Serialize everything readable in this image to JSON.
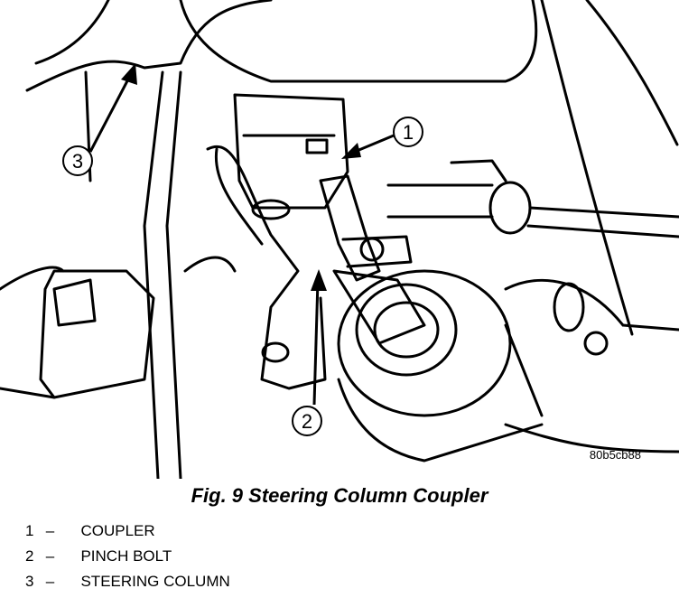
{
  "figure": {
    "image_code": "80b5cb88",
    "callouts": [
      {
        "number": "1"
      },
      {
        "number": "2"
      },
      {
        "number": "3"
      }
    ]
  },
  "caption": "Fig. 9 Steering Column Coupler",
  "legend": [
    {
      "number": "1",
      "dash": "–",
      "label": "COUPLER"
    },
    {
      "number": "2",
      "dash": "–",
      "label": "PINCH BOLT"
    },
    {
      "number": "3",
      "dash": "–",
      "label": "STEERING COLUMN"
    }
  ]
}
